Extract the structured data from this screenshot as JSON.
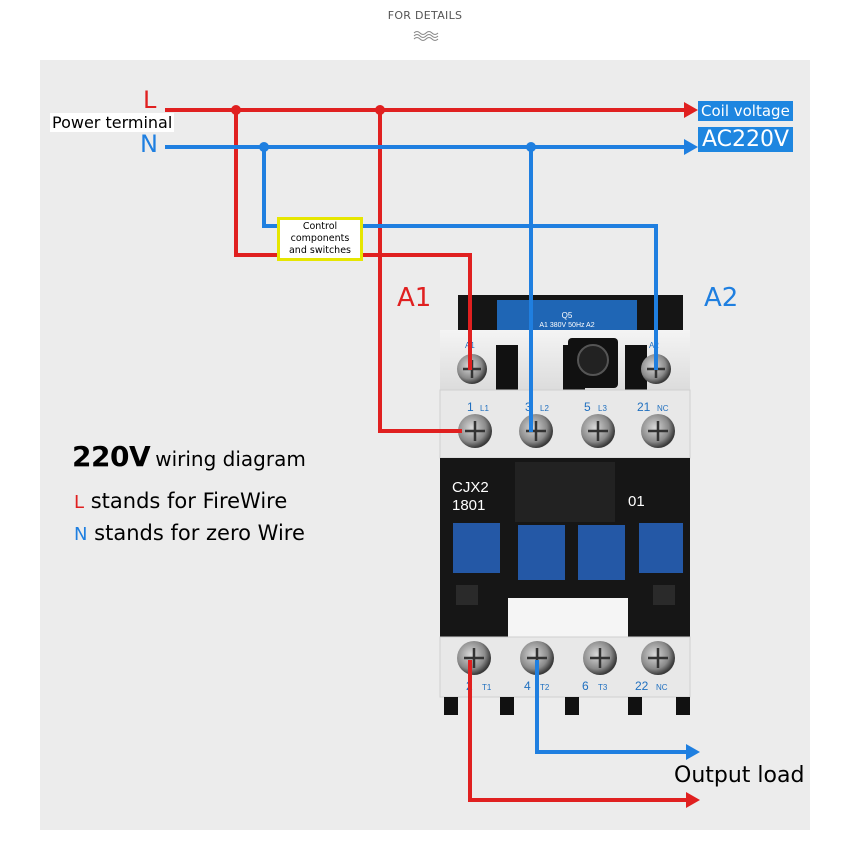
{
  "header": {
    "title": "FOR DETAILS"
  },
  "lines": {
    "L": "L",
    "N": "N"
  },
  "power_terminal": "Power terminal",
  "coil": {
    "line1": "Coil voltage",
    "line2": "AC220V"
  },
  "control_box": {
    "line1": "Control",
    "line2": "components",
    "line3": "and switches"
  },
  "coil_terminals": {
    "a1": "A1",
    "a2": "A2"
  },
  "wiring": {
    "voltage": "220V",
    "label": "wiring diagram"
  },
  "legend": [
    {
      "key": "L",
      "text": "stands for FireWire"
    },
    {
      "key": "N",
      "text": "stands for zero Wire"
    }
  ],
  "output": "Output load",
  "device": {
    "model_line1": "CJX2",
    "model_line2": "1801",
    "contact_code": "01",
    "top_label_line1": "Q5",
    "top_label_line2": "A1  380V  50Hz  A2",
    "top_terminals": [
      "1",
      "3",
      "5",
      "21"
    ],
    "top_terminal_sub": [
      "L1",
      "L2",
      "L3",
      "NC"
    ],
    "bottom_terminals": [
      "2",
      "4",
      "6",
      "22"
    ],
    "bottom_terminal_sub": [
      "T1",
      "T2",
      "T3",
      "NC"
    ],
    "coil_small": [
      "A1",
      "A2"
    ]
  },
  "colors": {
    "live": "#e02020",
    "neutral": "#1f7fe0",
    "control_box_border": "#e6e600",
    "coil_badge": "#1e86e0"
  }
}
